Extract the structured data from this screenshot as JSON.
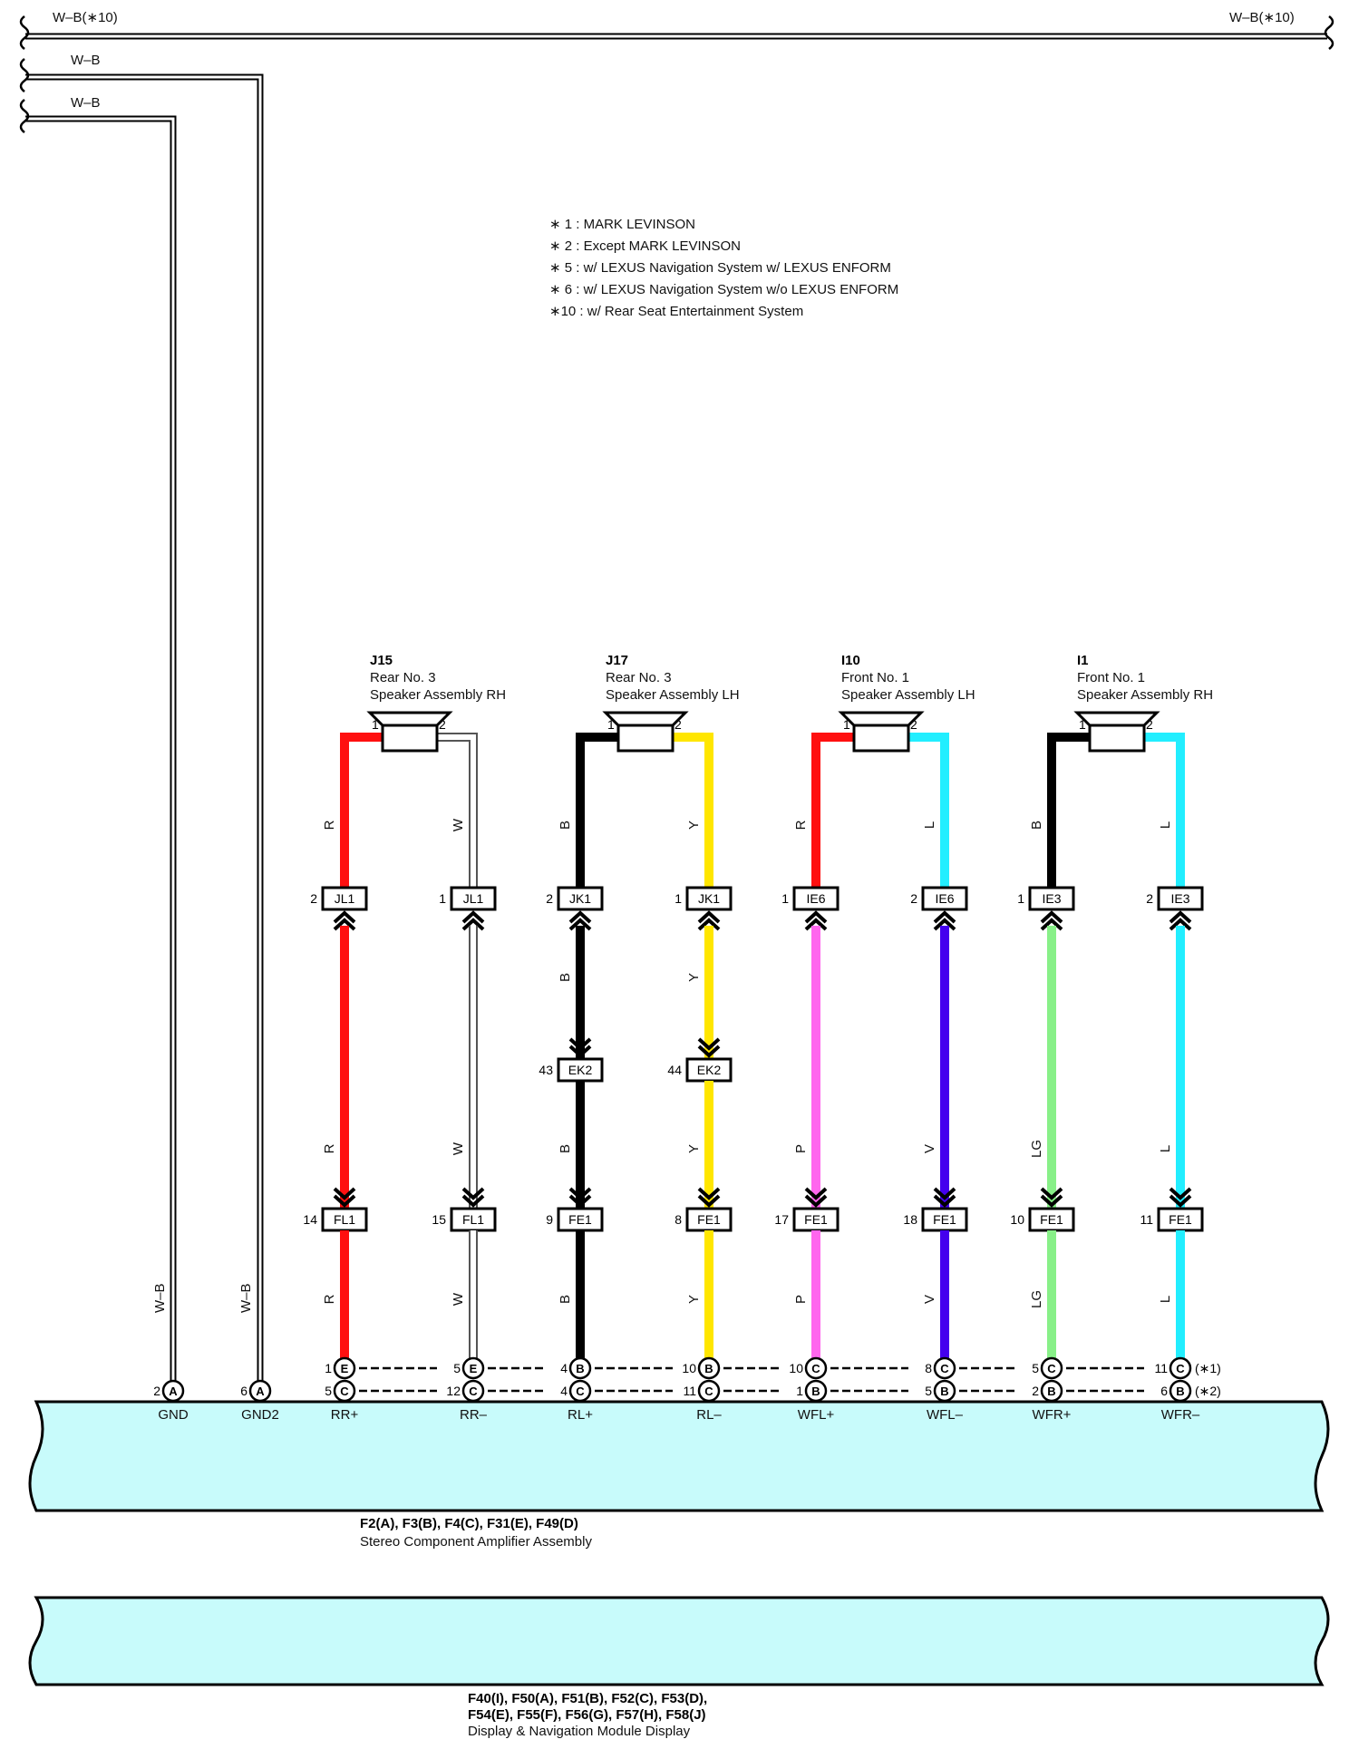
{
  "top_buses": {
    "bus1_left_label": "W–B(∗10)",
    "bus1_right_label": "W–B(∗10)",
    "bus2_label": "W–B",
    "bus3_label": "W–B",
    "gnd_wire_label": "W–B",
    "gnd2_wire_label": "W–B"
  },
  "notes": [
    "∗ 1 : MARK LEVINSON",
    "∗ 2 : Except MARK LEVINSON",
    "∗ 5 : w/ LEXUS Navigation System w/ LEXUS ENFORM",
    "∗ 6 : w/ LEXUS Navigation System w/o LEXUS ENFORM",
    "∗10 : w/ Rear Seat Entertainment System"
  ],
  "speakers": [
    {
      "id": "J15",
      "line1": "Rear No. 3",
      "line2": "Speaker Assembly RH",
      "pin1": "1",
      "pin2": "2"
    },
    {
      "id": "J17",
      "line1": "Rear No. 3",
      "line2": "Speaker Assembly LH",
      "pin1": "1",
      "pin2": "2"
    },
    {
      "id": "I10",
      "line1": "Front No. 1",
      "line2": "Speaker Assembly LH",
      "pin1": "1",
      "pin2": "2"
    },
    {
      "id": "I1",
      "line1": "Front No. 1",
      "line2": "Speaker Assembly RH",
      "pin1": "1",
      "pin2": "2"
    }
  ],
  "wires": [
    {
      "terminal": "RR+",
      "color": "#ff1010",
      "hollow": false,
      "c1": "JL1",
      "c1_pin": "2",
      "c2": "",
      "c2_pin": "",
      "c3": "FL1",
      "c3_pin": "14",
      "lbl_top": "R",
      "lbl_mid": "",
      "lbl_low": "R",
      "lbl_bot": "R",
      "b1_pin": "1",
      "b1_let": "E",
      "b2_pin": "5",
      "b2_let": "C"
    },
    {
      "terminal": "RR–",
      "color": "#ffffff",
      "hollow": true,
      "c1": "JL1",
      "c1_pin": "1",
      "c2": "",
      "c2_pin": "",
      "c3": "FL1",
      "c3_pin": "15",
      "lbl_top": "W",
      "lbl_mid": "",
      "lbl_low": "W",
      "lbl_bot": "W",
      "b1_pin": "5",
      "b1_let": "E",
      "b2_pin": "12",
      "b2_let": "C"
    },
    {
      "terminal": "RL+",
      "color": "#000000",
      "hollow": false,
      "c1": "JK1",
      "c1_pin": "2",
      "c2": "EK2",
      "c2_pin": "43",
      "c3": "FE1",
      "c3_pin": "9",
      "lbl_top": "B",
      "lbl_mid": "B",
      "lbl_low": "B",
      "lbl_bot": "B",
      "b1_pin": "4",
      "b1_let": "B",
      "b2_pin": "4",
      "b2_let": "C"
    },
    {
      "terminal": "RL–",
      "color": "#ffe600",
      "hollow": false,
      "c1": "JK1",
      "c1_pin": "1",
      "c2": "EK2",
      "c2_pin": "44",
      "c3": "FE1",
      "c3_pin": "8",
      "lbl_top": "Y",
      "lbl_mid": "Y",
      "lbl_low": "Y",
      "lbl_bot": "Y",
      "b1_pin": "10",
      "b1_let": "B",
      "b2_pin": "11",
      "b2_let": "C"
    },
    {
      "terminal": "WFL+",
      "color": "#ff1010",
      "hollow": false,
      "color_low": "#ff66ee",
      "c1": "IE6",
      "c1_pin": "1",
      "c2": "",
      "c2_pin": "",
      "c3": "FE1",
      "c3_pin": "17",
      "lbl_top": "R",
      "lbl_mid": "",
      "lbl_low": "P",
      "lbl_bot": "P",
      "b1_pin": "10",
      "b1_let": "C",
      "b2_pin": "1",
      "b2_let": "B"
    },
    {
      "terminal": "WFL–",
      "color": "#22eeff",
      "hollow": false,
      "color_low": "#4400ee",
      "c1": "IE6",
      "c1_pin": "2",
      "c2": "",
      "c2_pin": "",
      "c3": "FE1",
      "c3_pin": "18",
      "lbl_top": "L",
      "lbl_mid": "",
      "lbl_low": "V",
      "lbl_bot": "V",
      "b1_pin": "8",
      "b1_let": "C",
      "b2_pin": "5",
      "b2_let": "B"
    },
    {
      "terminal": "WFR+",
      "color": "#000000",
      "hollow": false,
      "color_low": "#88f088",
      "c1": "IE3",
      "c1_pin": "1",
      "c2": "",
      "c2_pin": "",
      "c3": "FE1",
      "c3_pin": "10",
      "lbl_top": "B",
      "lbl_mid": "",
      "lbl_low": "LG",
      "lbl_bot": "LG",
      "b1_pin": "5",
      "b1_let": "C",
      "b2_pin": "2",
      "b2_let": "B"
    },
    {
      "terminal": "WFR–",
      "color": "#22eeff",
      "hollow": false,
      "color_low": "#22eeff",
      "c1": "IE3",
      "c1_pin": "2",
      "c2": "",
      "c2_pin": "",
      "c3": "FE1",
      "c3_pin": "11",
      "lbl_top": "L",
      "lbl_mid": "",
      "lbl_low": "L",
      "lbl_bot": "L",
      "b1_pin": "11",
      "b1_let": "C",
      "b2_pin": "6",
      "b2_let": "B"
    }
  ],
  "row_notes": {
    "row1": "(∗1)",
    "row2": "(∗2)"
  },
  "gnd": [
    {
      "terminal": "GND",
      "pin": "2",
      "letter": "A"
    },
    {
      "terminal": "GND2",
      "pin": "6",
      "letter": "A"
    }
  ],
  "amplifier": {
    "connectors": "F2(A), F3(B), F4(C), F31(E), F49(D)",
    "name": "Stereo Component Amplifier Assembly"
  },
  "display": {
    "connectors_line1": "F40(I), F50(A), F51(B), F52(C), F53(D),",
    "connectors_line2": "F54(E), F55(F), F56(G), F57(H), F58(J)",
    "name": "Display & Navigation Module Display"
  },
  "colors": {
    "module_fill": "#c8fbfb",
    "red": "#ff1010",
    "yellow": "#ffe600",
    "pink": "#ff66ee",
    "violet": "#4400ee",
    "cyan": "#22eeff",
    "lightgreen": "#88f088",
    "black": "#000000"
  }
}
